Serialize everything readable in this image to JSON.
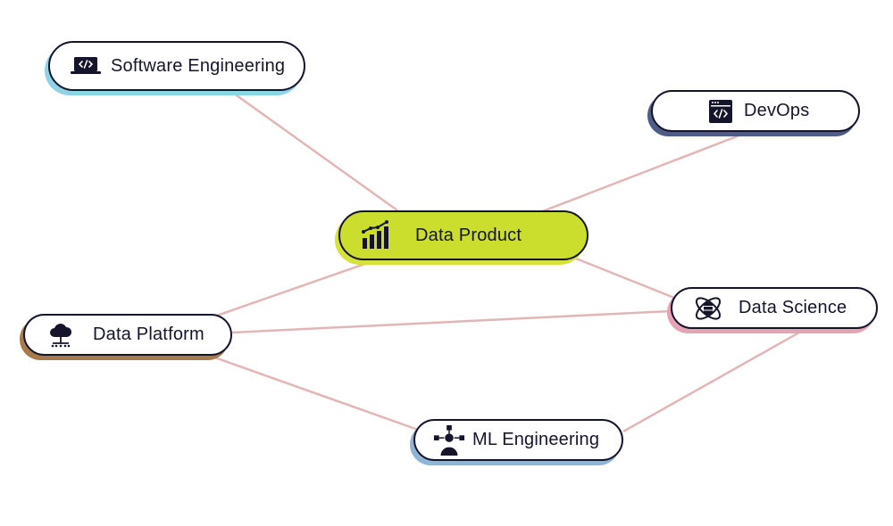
{
  "diagram": {
    "nodes": {
      "data_product": {
        "label": "Data Product",
        "icon": "bar-chart-growth-icon",
        "color": "#cbde2e"
      },
      "software_engineering": {
        "label": "Software Engineering",
        "icon": "laptop-code-icon",
        "color": "#8fd3e8"
      },
      "devops": {
        "label": "DevOps",
        "icon": "browser-code-icon",
        "color": "#4f5d86"
      },
      "data_science": {
        "label": "Data Science",
        "icon": "atom-database-icon",
        "color": "#e6a3b4"
      },
      "data_platform": {
        "label": "Data Platform",
        "icon": "cloud-network-icon",
        "color": "#a77a4b"
      },
      "ml_engineering": {
        "label": "ML Engineering",
        "icon": "person-network-icon",
        "color": "#8fb4d6"
      }
    },
    "edges": [
      [
        "data_product",
        "software_engineering"
      ],
      [
        "data_product",
        "devops"
      ],
      [
        "data_product",
        "data_science"
      ],
      [
        "data_product",
        "data_platform"
      ],
      [
        "data_platform",
        "data_science"
      ],
      [
        "data_platform",
        "ml_engineering"
      ],
      [
        "ml_engineering",
        "data_science"
      ]
    ],
    "edge_color": "#e2b6b6"
  }
}
